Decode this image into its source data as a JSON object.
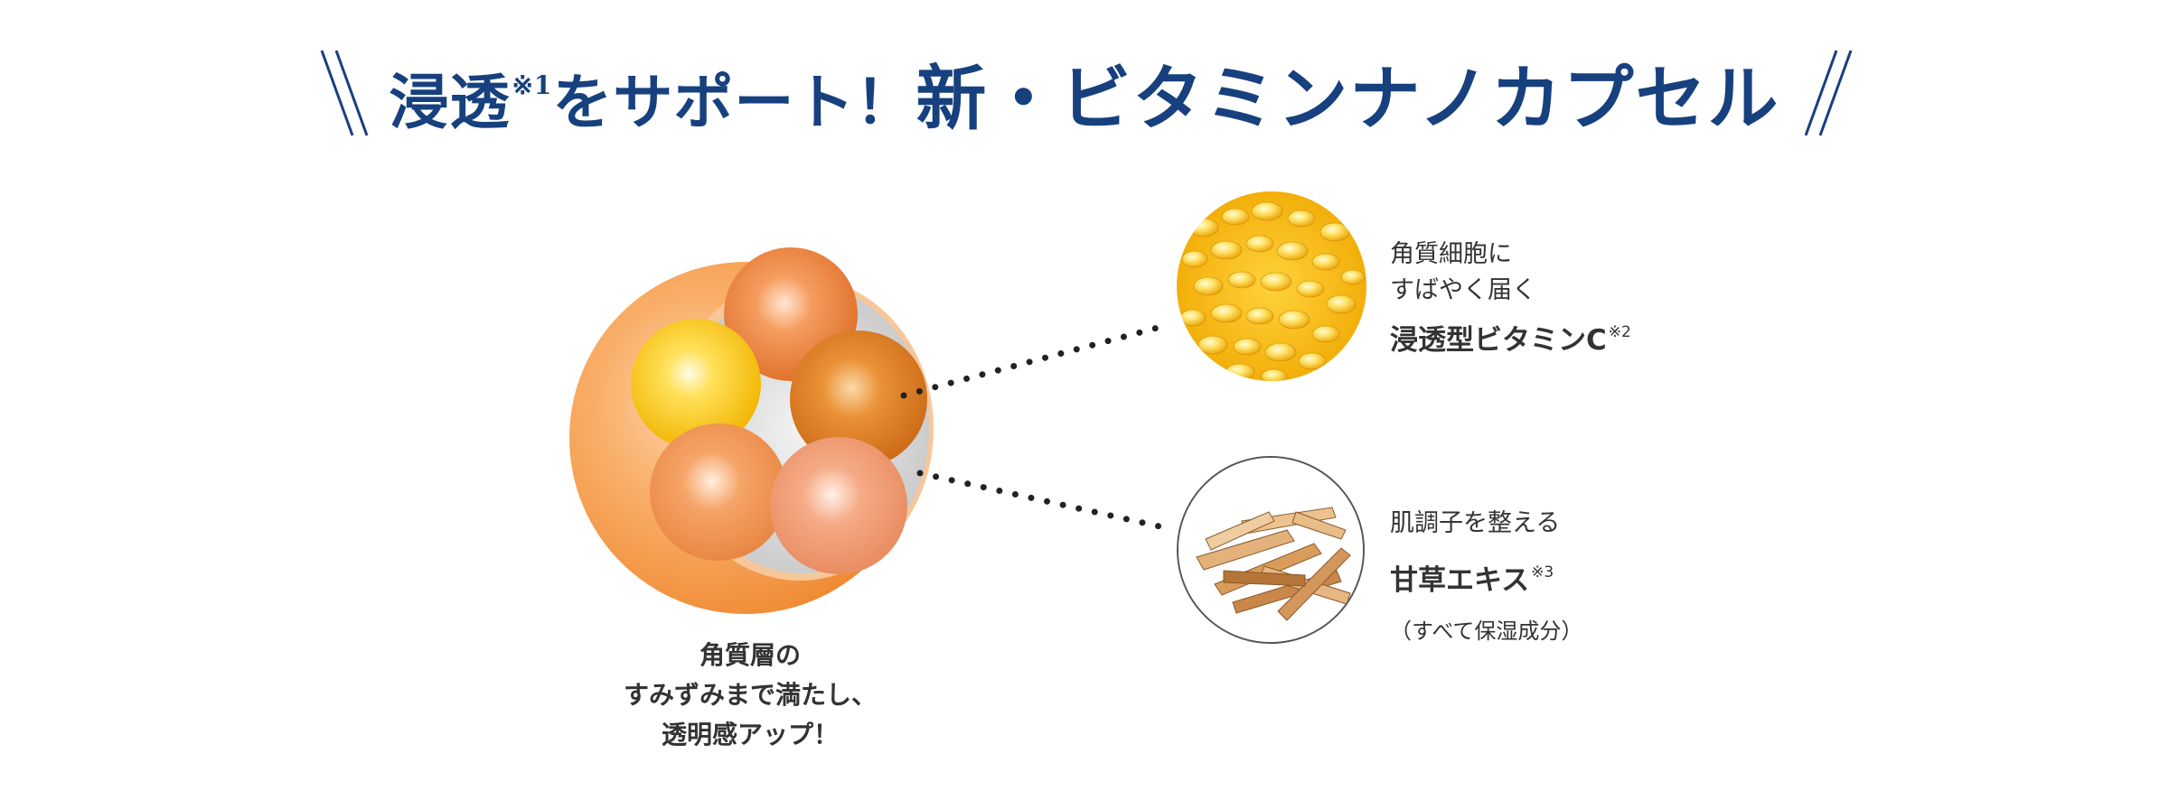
{
  "headline": {
    "part1": "浸透",
    "note_mark": "※1",
    "part2": "をサポート！",
    "part3": "新・ビタミンナノカプセル"
  },
  "illustration": {
    "capsule_icon": "capsule-cross-section-icon",
    "vitamin_c_photo": "vitamin-c-droplets-photo",
    "licorice_photo": "licorice-root-photo",
    "colors": {
      "headline": "#17407e",
      "capsule_orange": "#f6a15c",
      "dots": "#222222"
    }
  },
  "caption_left": {
    "line1": "角質層の",
    "line2": "すみずみまで満たし、",
    "line3": "透明感アップ！"
  },
  "vitamin_c": {
    "line1": "角質細胞に",
    "line2": "すばやく届く",
    "name": "浸透型ビタミンC",
    "note_mark": "※2"
  },
  "licorice": {
    "line1": "肌調子を整える",
    "name": "甘草エキス",
    "note_mark": "※3",
    "note": "（すべて保湿成分）"
  }
}
